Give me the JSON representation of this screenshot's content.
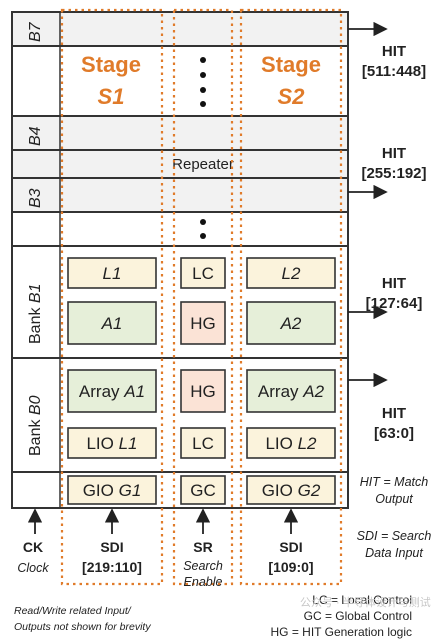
{
  "banks": {
    "b7": "B7",
    "b4": "B4",
    "b3": "B3",
    "b1_prefix": "Bank ",
    "b1": "B1",
    "b0_prefix": "Bank ",
    "b0": "B0"
  },
  "stages": {
    "s1_label": "Stage",
    "s1_name": "S1",
    "s2_label": "Stage",
    "s2_name": "S2"
  },
  "repeater": "Repeater",
  "blocks": {
    "l1": "L1",
    "lc": "LC",
    "l2": "L2",
    "a1": "A1",
    "hg": "HG",
    "a2": "A2",
    "array_a1_prefix": "Array ",
    "array_a1": "A1",
    "hg2": "HG",
    "array_a2_prefix": "Array ",
    "array_a2": "A2",
    "lio_l1_prefix": "LIO ",
    "lio_l1": "L1",
    "lc2": "LC",
    "lio_l2_prefix": "LIO ",
    "lio_l2": "L2",
    "gio_g1_prefix": "GIO ",
    "gio_g1": "G1",
    "gc": "GC",
    "gio_g2_prefix": "GIO ",
    "gio_g2": "G2"
  },
  "outputs": [
    {
      "label": "HIT",
      "range": "[511:448]"
    },
    {
      "label": "HIT",
      "range": "[255:192]"
    },
    {
      "label": "HIT",
      "range": "[127:64]"
    },
    {
      "label": "HIT",
      "range": "[63:0]"
    }
  ],
  "inputs": {
    "ck": "CK",
    "ck_desc": "Clock",
    "sdi1": "SDI",
    "sdi1_range": "[219:110]",
    "sr": "SR",
    "sr_desc1": "Search",
    "sr_desc2": "Enable",
    "sdi2": "SDI",
    "sdi2_range": "[109:0]"
  },
  "notes": {
    "hit_def1": "HIT = Match",
    "hit_def2": "Output",
    "sdi_def1": "SDI = Search",
    "sdi_def2": "Data Input",
    "rw1": "Read/Write related Input/",
    "rw2": "Outputs not shown for brevity",
    "lc_def": "LC = Local Control",
    "gc_def": "GC = Global Control",
    "hg_def": "HG = HIT Generation logic"
  },
  "watermark": "公众号 · 半导体设计与测试"
}
